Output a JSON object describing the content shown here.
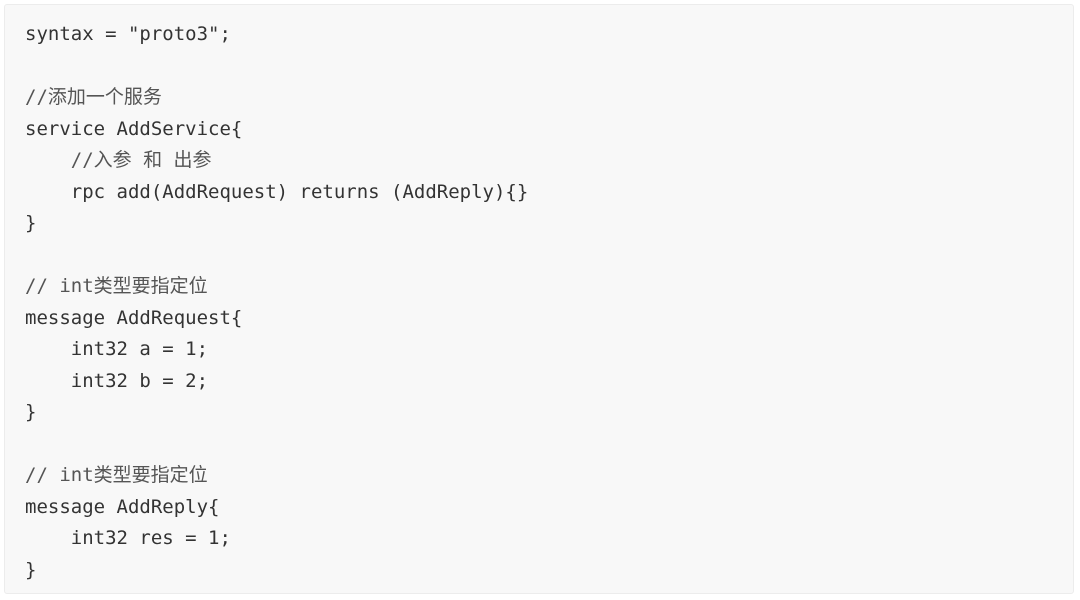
{
  "code_block": {
    "lines": [
      {
        "text": "syntax = \"proto3\";",
        "kind": "code"
      },
      {
        "text": "",
        "kind": "blank"
      },
      {
        "text": "//添加一个服务",
        "kind": "comment"
      },
      {
        "text": "service AddService{",
        "kind": "code"
      },
      {
        "text": "    //入参 和 出参",
        "kind": "comment"
      },
      {
        "text": "    rpc add(AddRequest) returns (AddReply){}",
        "kind": "code"
      },
      {
        "text": "}",
        "kind": "code"
      },
      {
        "text": "",
        "kind": "blank"
      },
      {
        "text": "// int类型要指定位",
        "kind": "comment"
      },
      {
        "text": "message AddRequest{",
        "kind": "code"
      },
      {
        "text": "    int32 a = 1;",
        "kind": "code"
      },
      {
        "text": "    int32 b = 2;",
        "kind": "code"
      },
      {
        "text": "}",
        "kind": "code"
      },
      {
        "text": "",
        "kind": "blank"
      },
      {
        "text": "// int类型要指定位",
        "kind": "comment"
      },
      {
        "text": "message AddReply{",
        "kind": "code"
      },
      {
        "text": "    int32 res = 1;",
        "kind": "code"
      },
      {
        "text": "}",
        "kind": "code"
      }
    ]
  }
}
